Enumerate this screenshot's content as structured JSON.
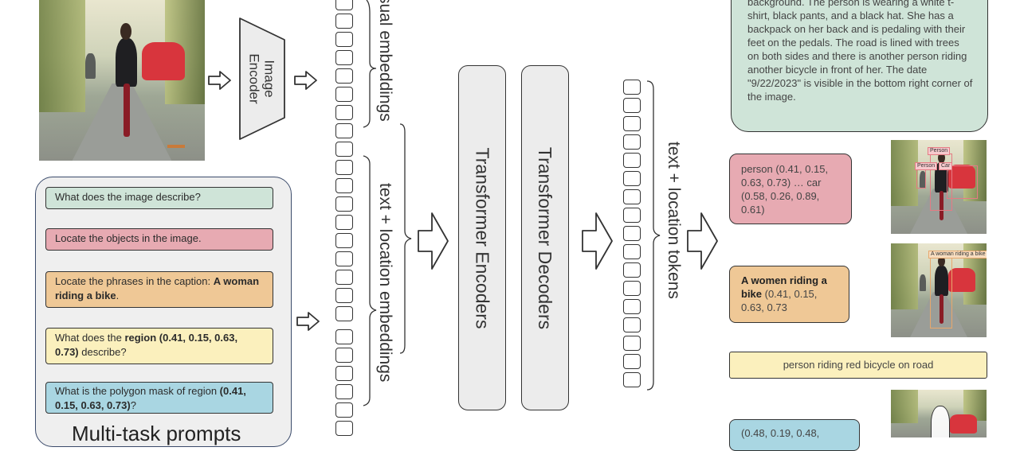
{
  "colors": {
    "green": "#cfe4d8",
    "pink": "#e7aab2",
    "orange": "#efc896",
    "yellow": "#fbf0bd",
    "blue": "#a9d6e2",
    "gray": "#ececec"
  },
  "image_encoder": {
    "label": "Image\nEncoder"
  },
  "embeddings": {
    "visual_label": "sual embeddings",
    "text_location_label": "text + location embeddings"
  },
  "transformers": {
    "encoders": "Transformer Encoders",
    "decoders": "Transformer Decoders"
  },
  "output_tokens_label": "text + location tokens",
  "tasks": {
    "describe": "What does the image describe?",
    "locate": "Locate the objects in the image.",
    "phrases_prefix": "Locate the phrases in the caption: ",
    "phrases_bold": "A woman riding a bike",
    "phrases_suffix": ".",
    "region_prefix": "What does the ",
    "region_bold": "region (0.41, 0.15, 0.63, 0.73)",
    "region_suffix": " describe?",
    "polygon_prefix": "What is the polygon mask of region ",
    "polygon_bold": "(0.41, 0.15, 0.63, 0.73)",
    "polygon_suffix": "?",
    "footer": "Multi-task prompts"
  },
  "outputs": {
    "caption": "background. The person is wearing a white t-shirt, black pants, and a black hat. She has a backpack on her back and is pedaling with their feet on the pedals. The road is lined with trees on both sides and there is another person riding another bicycle in front of her. The date \"9/22/2023\" is visible in the bottom right corner of the image.",
    "detection": "person (0.41, 0.15, 0.63, 0.73) … car (0.58, 0.26, 0.89, 0.61)",
    "grounding_bold": "A women riding a bike",
    "grounding_rest": " (0.41, 0.15, 0.63, 0.73",
    "region_caption": "person riding red bicycle on road",
    "polygon": "(0.48, 0.19, 0.48,"
  },
  "thumbnails": {
    "det_labels": [
      "Person",
      "Person",
      "Car"
    ],
    "grounding_label": "A woman riding a bike"
  }
}
